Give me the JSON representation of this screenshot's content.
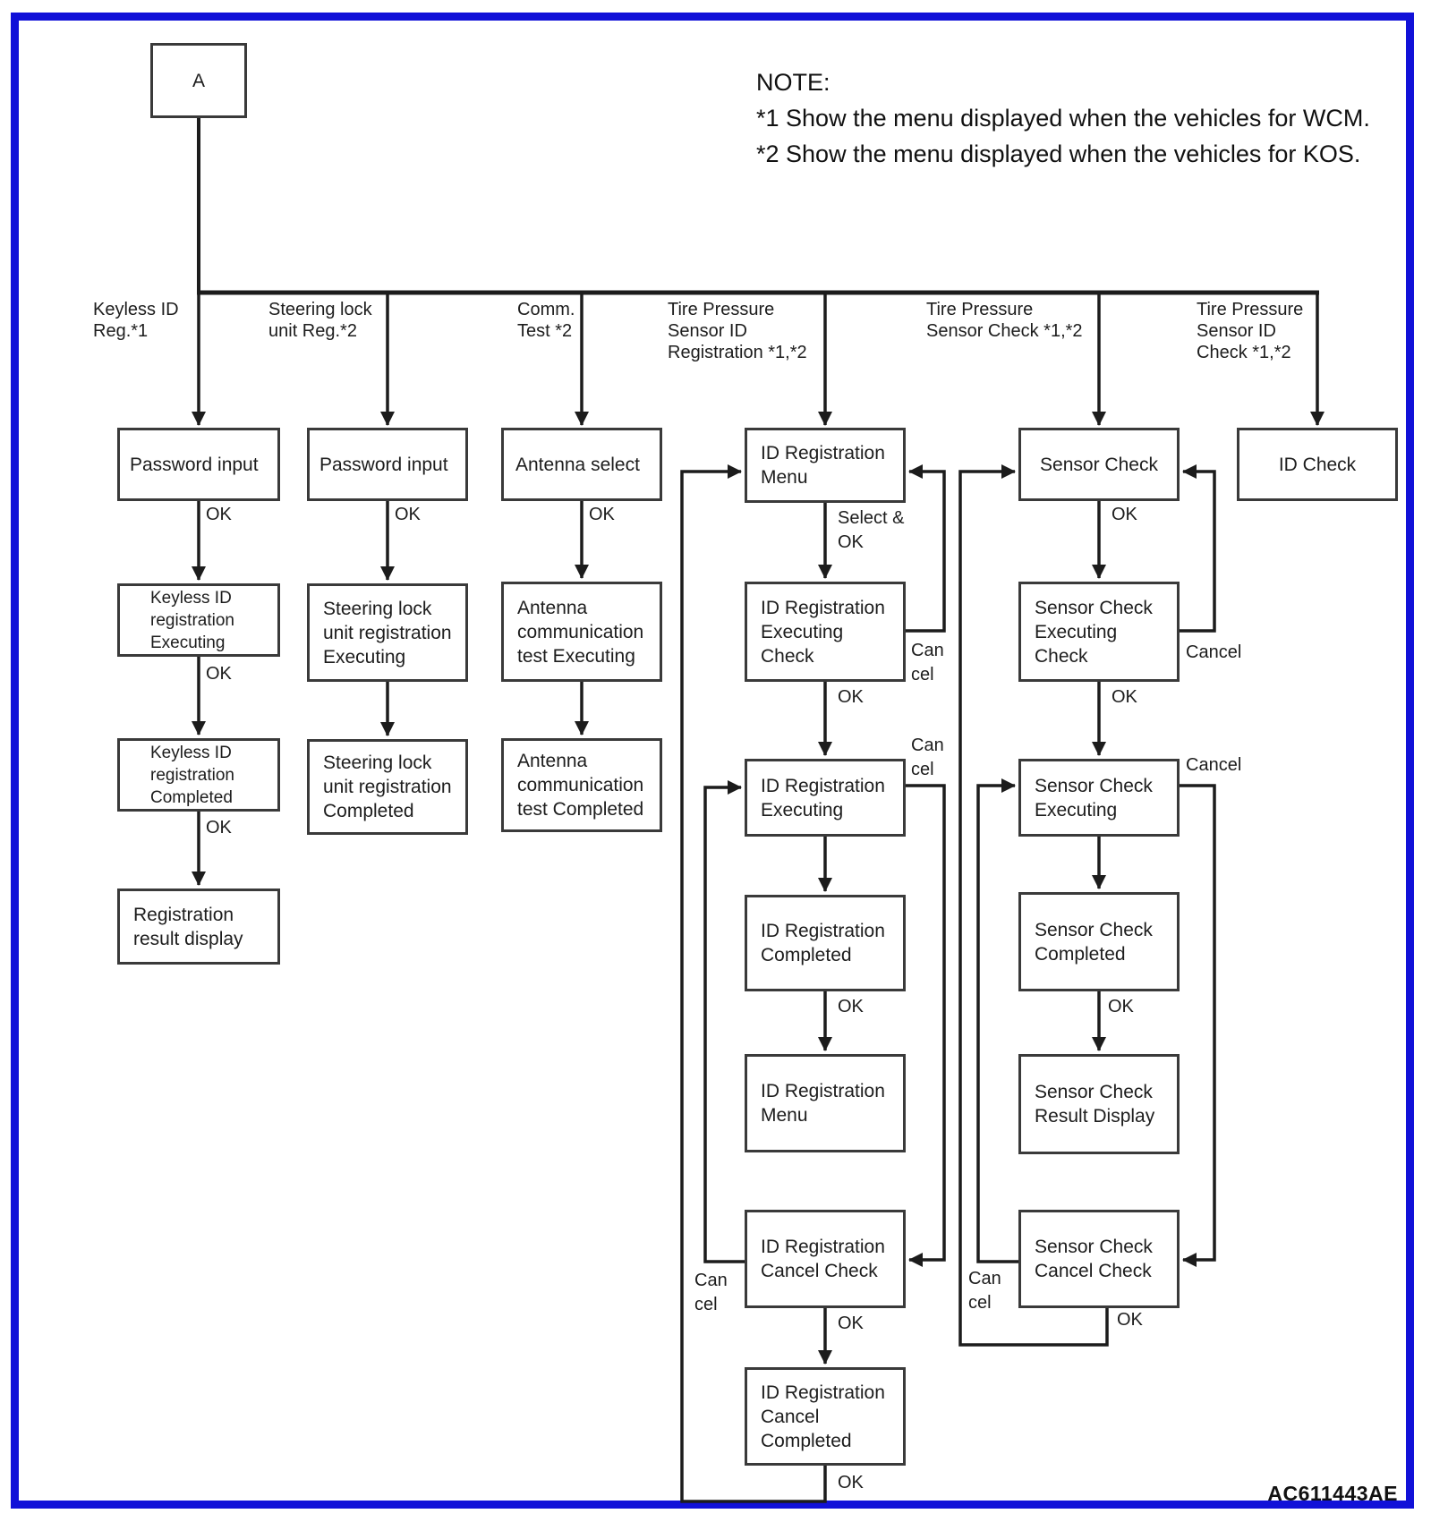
{
  "note": {
    "title": "NOTE:",
    "line1": "*1 Show the menu displayed when the vehicles for WCM.",
    "line2": "*2 Show the menu displayed when the vehicles for KOS."
  },
  "figure_code": "AC611443AE",
  "branches": {
    "keyless": "Keyless ID\nReg.*1",
    "steering": "Steering lock\nunit Reg.*2",
    "comm": "Comm.\nTest *2",
    "tp_sensor_id_reg": "Tire Pressure\nSensor ID\nRegistration *1,*2",
    "tp_sensor_check": "Tire Pressure\nSensor Check *1,*2",
    "tp_sensor_id_check": "Tire Pressure\nSensor ID\nCheck *1,*2"
  },
  "nodes": {
    "start": "A",
    "kl_password": "Password input",
    "kl_exec": "Keyless ID\nregistration\nExecuting",
    "kl_done": "Keyless ID\nregistration\nCompleted",
    "kl_result": "Registration\nresult display",
    "sl_password": "Password input",
    "sl_exec": "Steering lock\nunit registration\nExecuting",
    "sl_done": "Steering lock\nunit registration\nCompleted",
    "ant_select": "Antenna select",
    "ant_exec": "Antenna\ncommunication\ntest Executing",
    "ant_done": "Antenna\ncommunication\ntest Completed",
    "idr_menu": "ID Registration\nMenu",
    "idr_exec_check": "ID Registration\nExecuting\nCheck",
    "idr_exec": "ID Registration\nExecuting",
    "idr_done": "ID Registration\nCompleted",
    "idr_menu2": "ID Registration\nMenu",
    "idr_cancel_check": "ID Registration\nCancel Check",
    "idr_cancel_done": "ID Registration\nCancel\nCompleted",
    "sc_check": "Sensor Check",
    "sc_exec_check": "Sensor Check\nExecuting\nCheck",
    "sc_exec": "Sensor Check\nExecuting",
    "sc_done": "Sensor Check\nCompleted",
    "sc_result": "Sensor Check\nResult Display",
    "sc_cancel_check": "Sensor Check\nCancel Check",
    "id_check": "ID Check"
  },
  "labels": {
    "ok": "OK",
    "select_ok": "Select &\nOK",
    "cancel": "Cancel",
    "cancel_wrapped": "Can\ncel"
  },
  "colors": {
    "border_blue": "#1111d8",
    "line_black": "#1c1c1c"
  }
}
